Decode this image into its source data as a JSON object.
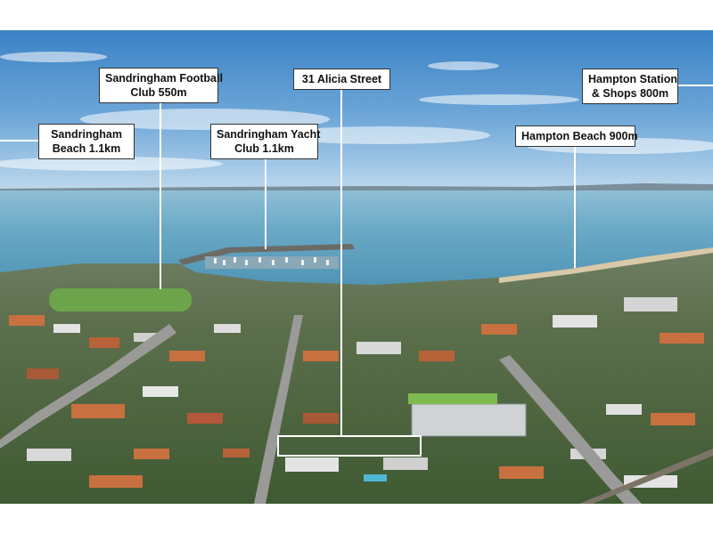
{
  "labels": {
    "football": [
      "Sandringham Football",
      "Club 550m"
    ],
    "alicia": [
      "31 Alicia Street"
    ],
    "hampton_station": [
      "Hampton Station",
      "& Shops 800m"
    ],
    "beach": [
      "Sandringham",
      "Beach 1.1km"
    ],
    "yacht": [
      "Sandringham Yacht",
      "Club 1.1km"
    ],
    "hampton_beach": [
      "Hampton Beach 900m"
    ]
  },
  "colors": {
    "sky_top": "#3b84c8",
    "sky_horizon": "#b5d3ec",
    "water": "#5b9ebd",
    "water_far": "#8fbfd6",
    "land_green": "#4f7a3e",
    "roof_terracotta": "#c8703f",
    "callout_bg": "#ffffff",
    "leader": "#ffffff"
  }
}
